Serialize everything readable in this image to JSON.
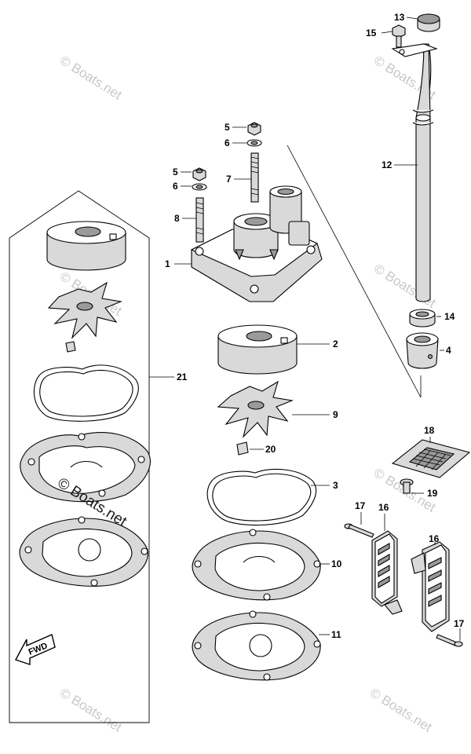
{
  "diagram": {
    "callouts": {
      "c1": "1",
      "c2": "2",
      "c3": "3",
      "c4": "4",
      "c5a": "5",
      "c5b": "5",
      "c6a": "6",
      "c6b": "6",
      "c7": "7",
      "c8": "8",
      "c9": "9",
      "c10": "10",
      "c11": "11",
      "c12": "12",
      "c13": "13",
      "c14": "14",
      "c15": "15",
      "c16a": "16",
      "c16b": "16",
      "c17a": "17",
      "c17b": "17",
      "c18": "18",
      "c19": "19",
      "c20": "20",
      "c21": "21"
    },
    "fwd_label": "FWD",
    "watermarks": {
      "w1": "© Boats.net",
      "w2": "© Boats.net",
      "w3": "© Boats.net",
      "w4": "© Boats.net",
      "w5": "© Boats.net",
      "w6": "© Boats.net",
      "w7": "© Boats.net",
      "w8": "© Boats.net"
    }
  }
}
